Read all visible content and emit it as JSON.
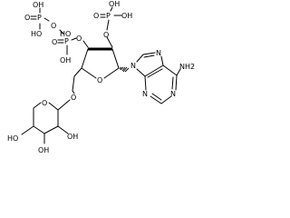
{
  "molecule": {
    "labels": {
      "oh_p1_top": "OH",
      "o_p1": "O",
      "p1": "P",
      "oh_p1_left": "HO",
      "o_p1_bridge": "O",
      "p2": "P",
      "o_p2_dbl": "O",
      "o_p2_ester": "O",
      "oh_p2": "OH",
      "o_p3_dbl": "O",
      "p3": "P",
      "oh_p3_top": "OH",
      "oh_p3_right": "OH",
      "o_p3_ester": "O",
      "o_ring": "O",
      "n9": "N",
      "n7": "N",
      "nh2": "NH2",
      "n1": "N",
      "n3": "N",
      "o_ether": "O",
      "o_pyranose": "O",
      "ho_4": "HO",
      "oh_3": "OH",
      "oh_2": "OH",
      "ho_1": "HO"
    }
  }
}
